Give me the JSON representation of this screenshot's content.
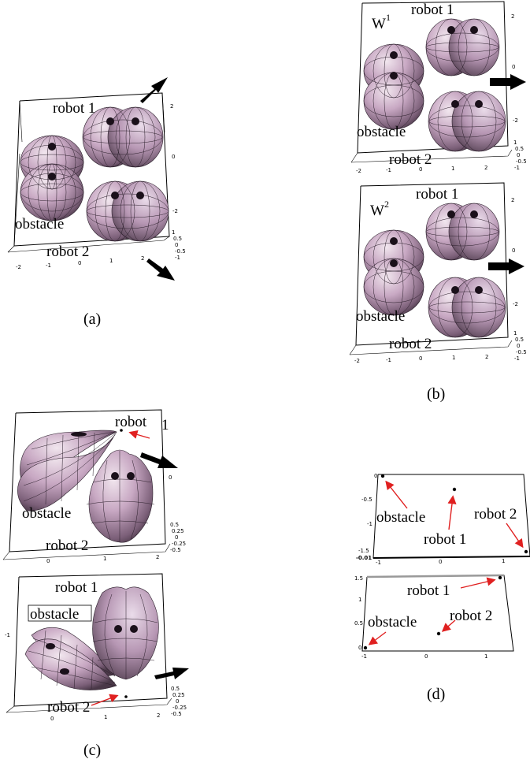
{
  "colors": {
    "sphere_light": "#e9dbe6",
    "sphere_mid": "#b998b6",
    "sphere_dark": "#5a4558",
    "mesh": "#2a1e2a",
    "arrow": "#000000",
    "annotation_arrow": "#e02020"
  },
  "panels": {
    "a": {
      "caption": "(a)",
      "labels": {
        "robot1": "robot 1",
        "robot2": "robot 2",
        "obstacle": "obstacle"
      },
      "x_ticks": [
        "-2",
        "-1",
        "0",
        "1",
        "2"
      ],
      "y_ticks": [
        "1",
        "0.5",
        "0",
        "-0.5",
        "-1"
      ],
      "z_ticks": [
        "2",
        "0",
        "-2"
      ]
    },
    "b": {
      "caption": "(b)",
      "top": {
        "label_w": "W",
        "label_w_sup": "1",
        "labels": {
          "robot1": "robot 1",
          "robot2": "robot 2",
          "obstacle": "obstacle"
        },
        "x_ticks": [
          "-2",
          "-1",
          "0",
          "1",
          "2"
        ],
        "y_ticks": [
          "1",
          "0.5",
          "0",
          "-0.5",
          "-1"
        ],
        "z_ticks": [
          "2",
          "0",
          "-2"
        ]
      },
      "bottom": {
        "label_w": "W",
        "label_w_sup": "2",
        "labels": {
          "robot1": "robot 1",
          "robot2": "robot 2",
          "obstacle": "obstacle"
        },
        "x_ticks": [
          "-2",
          "-1",
          "0",
          "1",
          "2"
        ],
        "y_ticks": [
          "1",
          "0.5",
          "0",
          "-0.5",
          "-1"
        ],
        "z_ticks": [
          "2",
          "0",
          "-2"
        ]
      }
    },
    "c": {
      "caption": "(c)",
      "top": {
        "labels": {
          "robot": "robot",
          "robot1_suffix": "1",
          "robot2": "robot 2",
          "obstacle": "obstacle"
        },
        "x_ticks": [
          "0",
          "1",
          "2"
        ],
        "y_ticks": [
          "0.5",
          "0.25",
          "0",
          "-0.25",
          "-0.5"
        ],
        "z_ticks": [
          "0"
        ]
      },
      "bottom": {
        "labels": {
          "robot1": "robot 1",
          "robot2": "robot 2",
          "obstacle": "obstacle"
        },
        "x_ticks": [
          "0",
          "1",
          "2"
        ],
        "y_ticks": [
          "0.5",
          "0.25",
          "0",
          "-0.25",
          "-0.5"
        ],
        "z_ticks": [
          "-1"
        ]
      }
    },
    "d": {
      "caption": "(d)",
      "top": {
        "labels": {
          "obstacle": "obstacle",
          "robot1": "robot 1",
          "robot2": "robot 2"
        },
        "x_ticks": [
          "-1",
          "0",
          "1"
        ],
        "y_ticks": [
          "0",
          "-0.5",
          "-1",
          "-1.5"
        ],
        "edge_tick": "-0.01"
      },
      "bottom": {
        "labels": {
          "obstacle": "obstacle",
          "robot1": "robot 1",
          "robot2": "robot 2"
        },
        "x_ticks": [
          "-1",
          "0",
          "1"
        ],
        "y_ticks": [
          "1.5",
          "1",
          "0.5",
          "0"
        ]
      }
    }
  }
}
